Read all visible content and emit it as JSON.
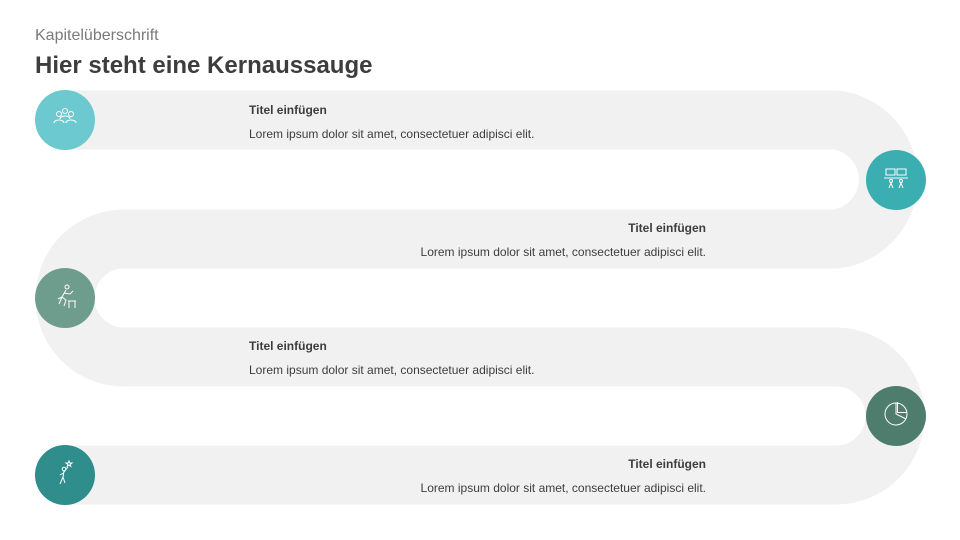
{
  "header": {
    "chapter": "Kapitelüberschrift",
    "headline": "Hier steht eine Kernaussauge"
  },
  "colors": {
    "path": "#f1f1f1",
    "step1": "#6cc9cf",
    "step2": "#3aaeb0",
    "step3": "#6f9d8d",
    "step4": "#4e7d6e",
    "step5": "#2f8d8b"
  },
  "steps": [
    {
      "icon": "people-group-icon",
      "title": "Titel einfügen",
      "text": "Lorem ipsum dolor sit amet, consectetuer adipisci elit."
    },
    {
      "icon": "meeting-board-icon",
      "title": "",
      "text": ""
    },
    {
      "icon": "runner-hurdle-icon",
      "title": "Titel einfügen",
      "text": "Lorem ipsum dolor sit amet, consectetuer adipisci elit."
    },
    {
      "icon": "pie-chart-icon",
      "title": "Titel einfügen",
      "text": "Lorem ipsum dolor sit amet, consectetuer adipisci elit."
    },
    {
      "icon": "person-reaching-star-icon",
      "title": "Titel einfügen",
      "text": "Lorem ipsum dolor sit amet, consectetuer adipisci elit."
    }
  ]
}
